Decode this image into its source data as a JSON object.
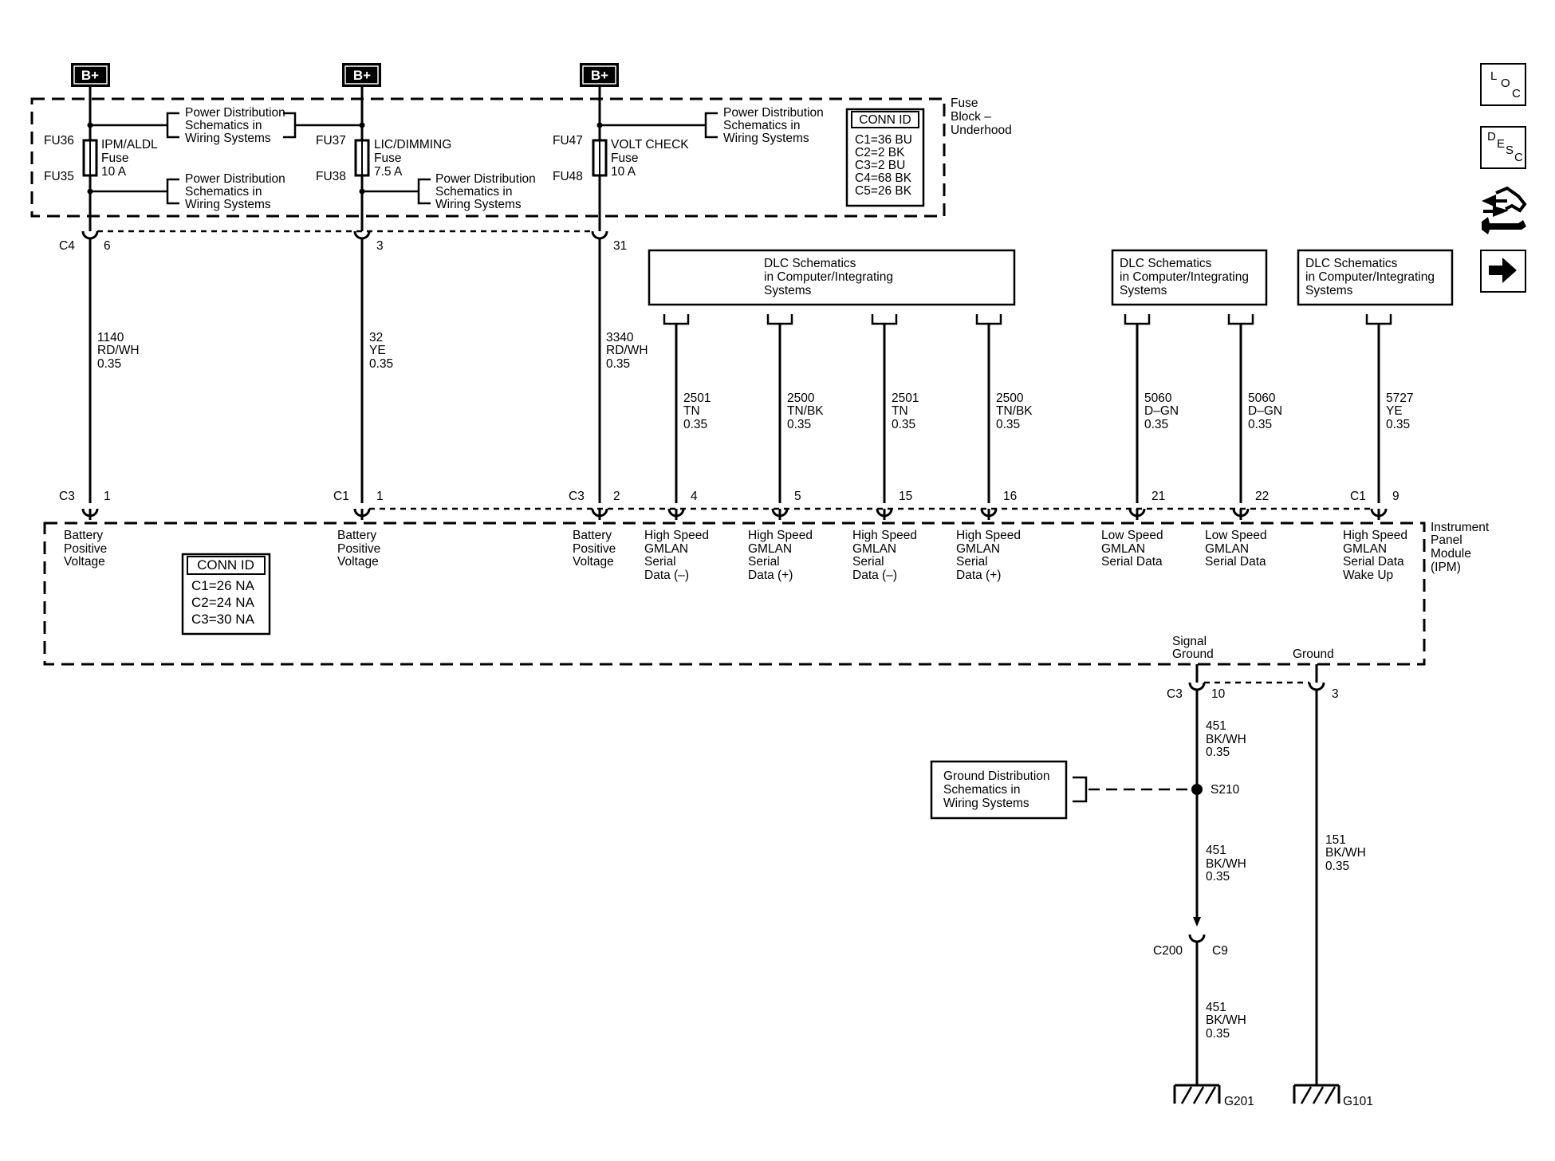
{
  "supplies": [
    "B+",
    "B+",
    "B+"
  ],
  "fuse_block": {
    "title_lines": [
      "Fuse",
      "Block –",
      "Underhood"
    ],
    "pd_ref": [
      "Power Distribution",
      "Schematics in",
      "Wiring Systems"
    ],
    "fuses": [
      {
        "top": "FU36",
        "bottom": "FU35",
        "name": "IPM/ALDL",
        "type": "Fuse",
        "rating": "10 A"
      },
      {
        "top": "FU37",
        "bottom": "FU38",
        "name": "LIC/DIMMING",
        "type": "Fuse",
        "rating": "7.5 A"
      },
      {
        "top": "FU47",
        "bottom": "FU48",
        "name": "VOLT CHECK",
        "type": "Fuse",
        "rating": "10 A"
      }
    ],
    "conn_id": {
      "title": "CONN ID",
      "rows": [
        "C1=36 BU",
        "C2=2 BK",
        "C3=2 BU",
        "C4=68 BK",
        "C5=26 BK"
      ]
    }
  },
  "upper_pins": [
    {
      "conn": "C4",
      "pin": "6"
    },
    {
      "conn": "",
      "pin": "3"
    },
    {
      "conn": "",
      "pin": "31"
    }
  ],
  "supply_wires": [
    [
      "1140",
      "RD/WH",
      "0.35"
    ],
    [
      "32",
      "YE",
      "0.35"
    ],
    [
      "3340",
      "RD/WH",
      "0.35"
    ]
  ],
  "dlc_ref": [
    "DLC Schematics",
    "in Computer/Integrating",
    "Systems"
  ],
  "data_wires": [
    [
      "2501",
      "TN",
      "0.35"
    ],
    [
      "2500",
      "TN/BK",
      "0.35"
    ],
    [
      "2501",
      "TN",
      "0.35"
    ],
    [
      "2500",
      "TN/BK",
      "0.35"
    ],
    [
      "5060",
      "D–GN",
      "0.35"
    ],
    [
      "5060",
      "D–GN",
      "0.35"
    ],
    [
      "5727",
      "YE",
      "0.35"
    ]
  ],
  "ipm_pins": [
    {
      "conn": "C3",
      "pin": "1"
    },
    {
      "conn": "C1",
      "pin": "1"
    },
    {
      "conn": "C3",
      "pin": "2"
    },
    {
      "conn": "",
      "pin": "4"
    },
    {
      "conn": "",
      "pin": "5"
    },
    {
      "conn": "",
      "pin": "15"
    },
    {
      "conn": "",
      "pin": "16"
    },
    {
      "conn": "",
      "pin": "21"
    },
    {
      "conn": "",
      "pin": "22"
    },
    {
      "conn": "C1",
      "pin": "9"
    }
  ],
  "ipm_functions": [
    [
      "Battery",
      "Positive",
      "Voltage"
    ],
    [
      "Battery",
      "Positive",
      "Voltage"
    ],
    [
      "Battery",
      "Positive",
      "Voltage"
    ],
    [
      "High Speed",
      "GMLAN",
      "Serial",
      "Data (–)"
    ],
    [
      "High Speed",
      "GMLAN",
      "Serial",
      "Data (+)"
    ],
    [
      "High Speed",
      "GMLAN",
      "Serial",
      "Data (–)"
    ],
    [
      "High Speed",
      "GMLAN",
      "Serial",
      "Data (+)"
    ],
    [
      "Low Speed",
      "GMLAN",
      "Serial Data"
    ],
    [
      "Low Speed",
      "GMLAN",
      "Serial Data"
    ],
    [
      "High Speed",
      "GMLAN",
      "Serial Data",
      "Wake Up"
    ]
  ],
  "ipm": {
    "title_lines": [
      "Instrument",
      "Panel",
      "Module",
      "(IPM)"
    ],
    "conn_id": {
      "title": "CONN ID",
      "rows": [
        "C1=26 NA",
        "C2=24 NA",
        "C3=30 NA"
      ]
    },
    "signal_ground": [
      "Signal",
      "Ground"
    ],
    "ground": "Ground"
  },
  "ground_side": {
    "sg_conn": "C3",
    "sg_pin": "10",
    "g_pin": "3",
    "wire_a": [
      "451",
      "BK/WH",
      "0.35"
    ],
    "splice": "S210",
    "gd_ref": [
      "Ground Distribution",
      "Schematics in",
      "Wiring Systems"
    ],
    "wire_b": [
      "451",
      "BK/WH",
      "0.35"
    ],
    "inline_left": "C200",
    "inline_right": "C9",
    "wire_c": [
      "451",
      "BK/WH",
      "0.35"
    ],
    "wire_g": [
      "151",
      "BK/WH",
      "0.35"
    ],
    "ground1": "G201",
    "ground2": "G101"
  },
  "nav_icons": [
    "loc-button-icon",
    "desc-button-icon",
    "connector-wrench-icon",
    "next-arrow-icon"
  ],
  "nav": {
    "loc": [
      "L",
      "O",
      "C"
    ],
    "desc": [
      "D",
      "E",
      "S",
      "C"
    ]
  }
}
